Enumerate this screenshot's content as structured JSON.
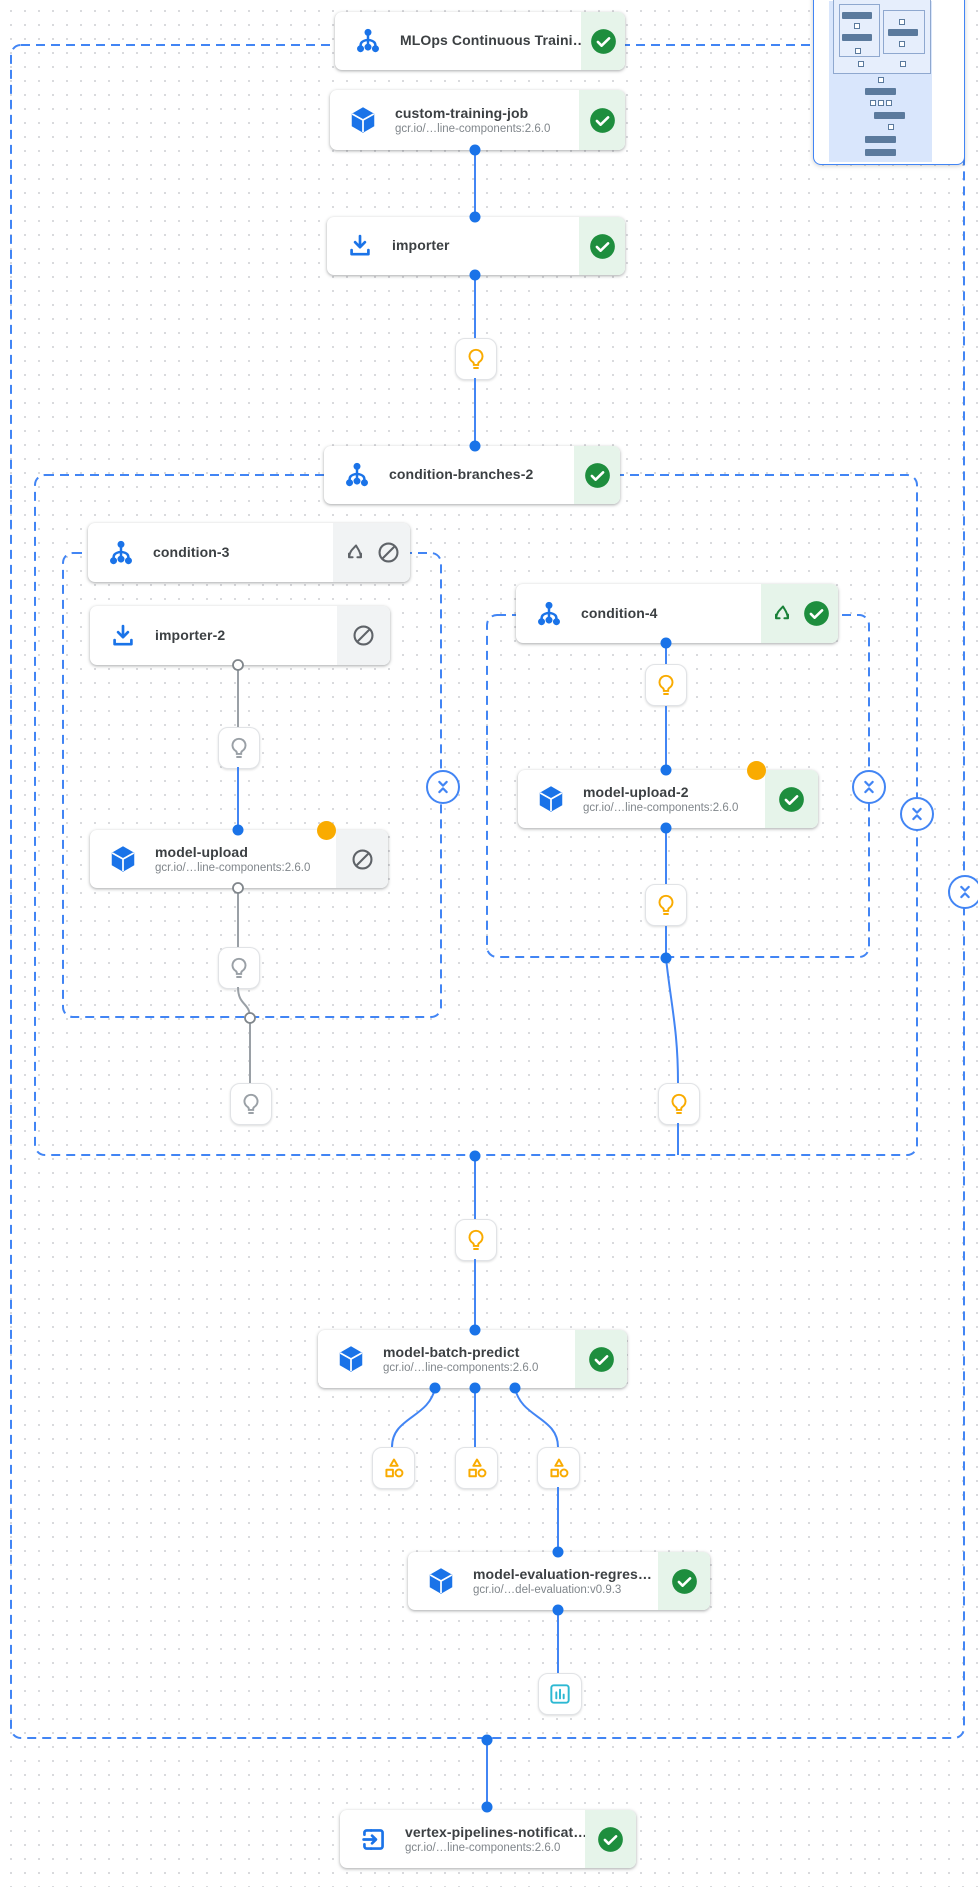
{
  "app": {
    "view": "pipeline-dag",
    "background": "dot-grid"
  },
  "colors": {
    "accent_blue": "#1a73e8",
    "edge_blue": "#4285f4",
    "edge_gray": "#9aa0a6",
    "success_green": "#1e8e3e",
    "success_bg": "#e6f4ea",
    "skipped_bg": "#f1f3f4",
    "skipped_icon": "#5f6368",
    "warning_yellow": "#f9ab00",
    "artifact_teal": "#2cb8d2",
    "group_border": "#4285f4"
  },
  "nodes": {
    "mlops": {
      "label": "MLOps Continuous Traini…",
      "status": "succeeded",
      "icon": "condition-fork"
    },
    "custom_training_job": {
      "label": "custom-training-job",
      "subtitle": "gcr.io/…line-components:2.6.0",
      "status": "succeeded",
      "icon": "cube"
    },
    "importer": {
      "label": "importer",
      "status": "succeeded",
      "icon": "download"
    },
    "condition_branches_2": {
      "label": "condition-branches-2",
      "status": "succeeded",
      "icon": "condition-fork"
    },
    "condition_3": {
      "label": "condition-3",
      "status": "skipped",
      "icon": "condition-fork"
    },
    "importer_2": {
      "label": "importer-2",
      "status": "skipped",
      "icon": "download"
    },
    "model_upload": {
      "label": "model-upload",
      "subtitle": "gcr.io/…line-components:2.6.0",
      "status": "skipped",
      "warning_dot": true,
      "icon": "cube"
    },
    "condition_4": {
      "label": "condition-4",
      "status": "succeeded",
      "icon": "condition-fork"
    },
    "model_upload_2": {
      "label": "model-upload-2",
      "subtitle": "gcr.io/…line-components:2.6.0",
      "status": "succeeded",
      "warning_dot": true,
      "icon": "cube"
    },
    "model_batch_predict": {
      "label": "model-batch-predict",
      "subtitle": "gcr.io/…line-components:2.6.0",
      "status": "succeeded",
      "icon": "cube"
    },
    "model_evaluation": {
      "label": "model-evaluation-regres…",
      "subtitle": "gcr.io/…del-evaluation:v0.9.3",
      "status": "succeeded",
      "icon": "cube"
    },
    "vertex_notification": {
      "label": "vertex-pipelines-notificat…",
      "subtitle": "gcr.io/…line-components:2.6.0",
      "status": "succeeded",
      "icon": "exit-to-app"
    }
  },
  "artifacts": {
    "lightbulbs_active": 5,
    "lightbulbs_skipped": 3,
    "metrics_cards": 3,
    "chart_cards": 1
  },
  "groups": {
    "pipeline_boundary": {
      "border": "dashed"
    },
    "condition_branches_2": {
      "border": "dashed"
    },
    "condition_3": {
      "border": "dashed"
    },
    "condition_4": {
      "border": "dashed"
    }
  },
  "minimap": {
    "present": true
  }
}
